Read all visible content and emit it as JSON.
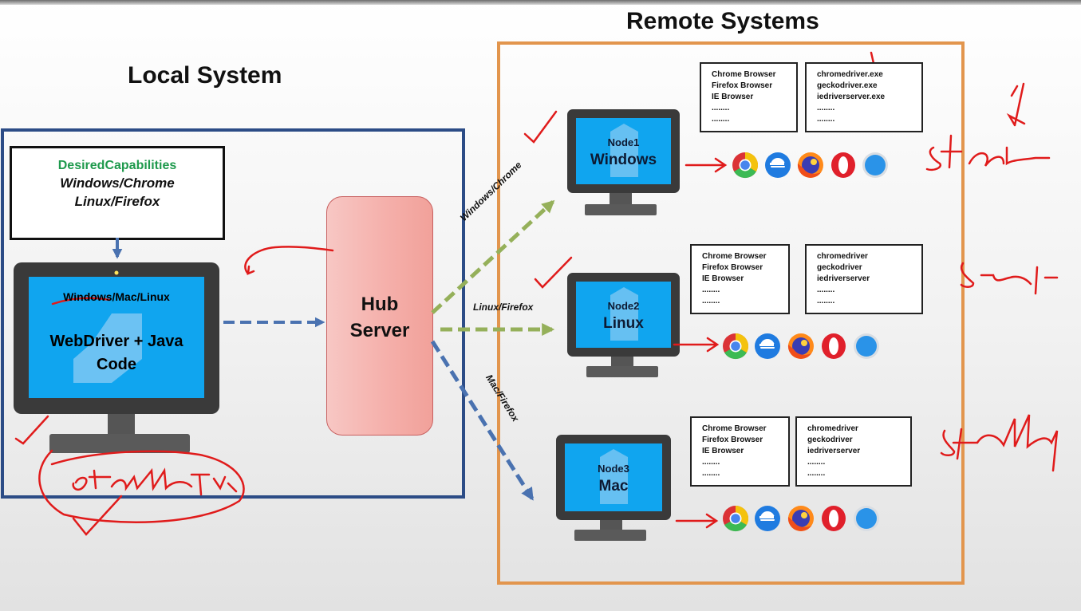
{
  "local_title": "Local System",
  "remote_title": "Remote Systems",
  "desired_capabilities": {
    "title": "DesiredCapabilities",
    "lines": [
      "Windows/Chrome",
      "Linux/Firefox"
    ]
  },
  "local_machine": {
    "os": "Windows/Mac/Linux",
    "code": "WebDriver + Java Code"
  },
  "hub": {
    "label": "Hub\nServer"
  },
  "routes": [
    {
      "label": "Windows/Chrome",
      "color": "#95b05a"
    },
    {
      "label": "Linux/Firefox",
      "color": "#95b05a"
    },
    {
      "label": "Mac/Firefox",
      "color": "#4a72b0"
    }
  ],
  "nodes": [
    {
      "name": "Node1",
      "os": "Windows",
      "browsers": [
        "Chrome Browser",
        "Firefox Browser",
        "IE Browser",
        "........",
        "........"
      ],
      "drivers": [
        "chromedriver.exe",
        "geckodriver.exe",
        "iedriverserver.exe",
        "........",
        "........"
      ]
    },
    {
      "name": "Node2",
      "os": "Linux",
      "browsers": [
        "Chrome Browser",
        "Firefox Browser",
        "IE Browser",
        "........",
        "........"
      ],
      "drivers": [
        "chromedriver",
        "geckodriver",
        "iedriverserver",
        "........",
        "........"
      ]
    },
    {
      "name": "Node3",
      "os": "Mac",
      "browsers": [
        "Chrome Browser",
        "Firefox Browser",
        "IE Browser",
        "........",
        "........"
      ],
      "drivers": [
        "chromedriver",
        "geckodriver",
        "iedriverserver",
        "........",
        "........"
      ]
    }
  ],
  "browser_icons": [
    "chrome-icon",
    "edge-icon",
    "firefox-icon",
    "opera-icon",
    "safari-icon"
  ],
  "colors": {
    "local_border": "#2c4c86",
    "remote_border": "#e2954d",
    "screen": "#10a5ef",
    "hub_fill": "#f5b0ab",
    "annotation": "#e01b1b",
    "caps_title": "#1f9a4d"
  }
}
